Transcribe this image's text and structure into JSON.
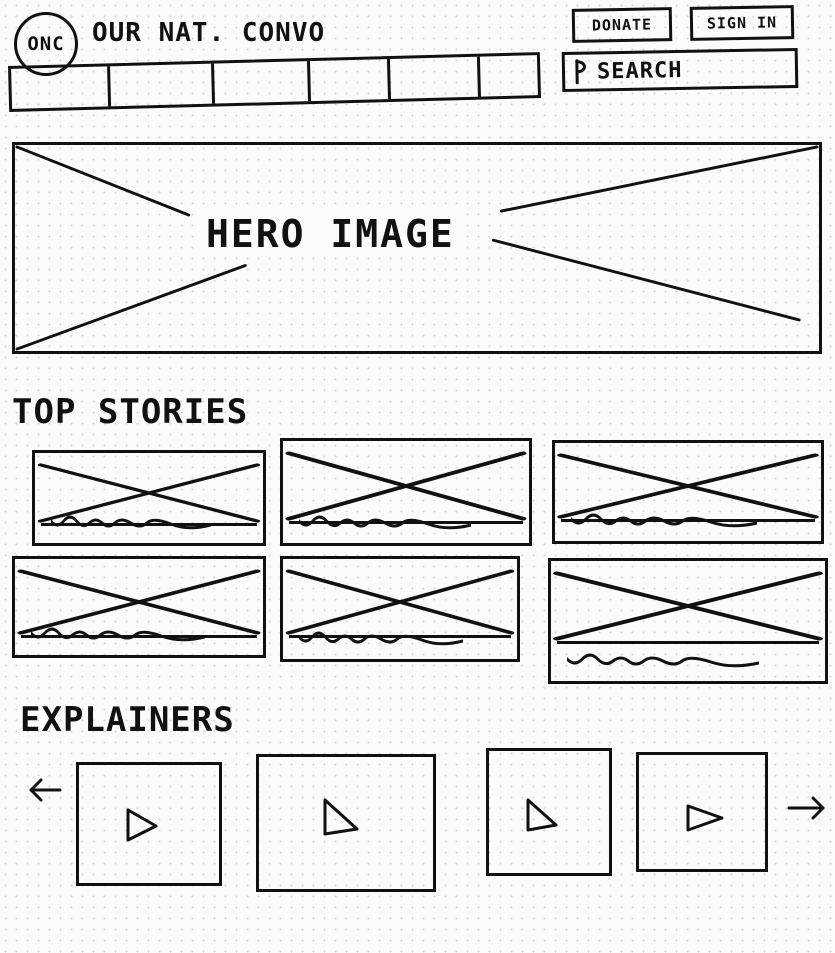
{
  "header": {
    "logo_text": "ONC",
    "site_name": "OUR NAT. CONVO",
    "donate_label": "DONATE",
    "signin_label": "SIGN IN",
    "search_placeholder": "SEARCH",
    "nav_item_count": 6
  },
  "hero": {
    "label": "HERO IMAGE"
  },
  "top_stories": {
    "title": "TOP STORIES",
    "card_count": 6
  },
  "explainers": {
    "title": "EXPLAINERS",
    "video_count": 4
  },
  "icons": {
    "search": "search-icon",
    "play": "play-icon",
    "prev": "arrow-left-icon",
    "next": "arrow-right-icon"
  },
  "colors": {
    "ink": "#111111",
    "paper": "#fbfbfb"
  }
}
